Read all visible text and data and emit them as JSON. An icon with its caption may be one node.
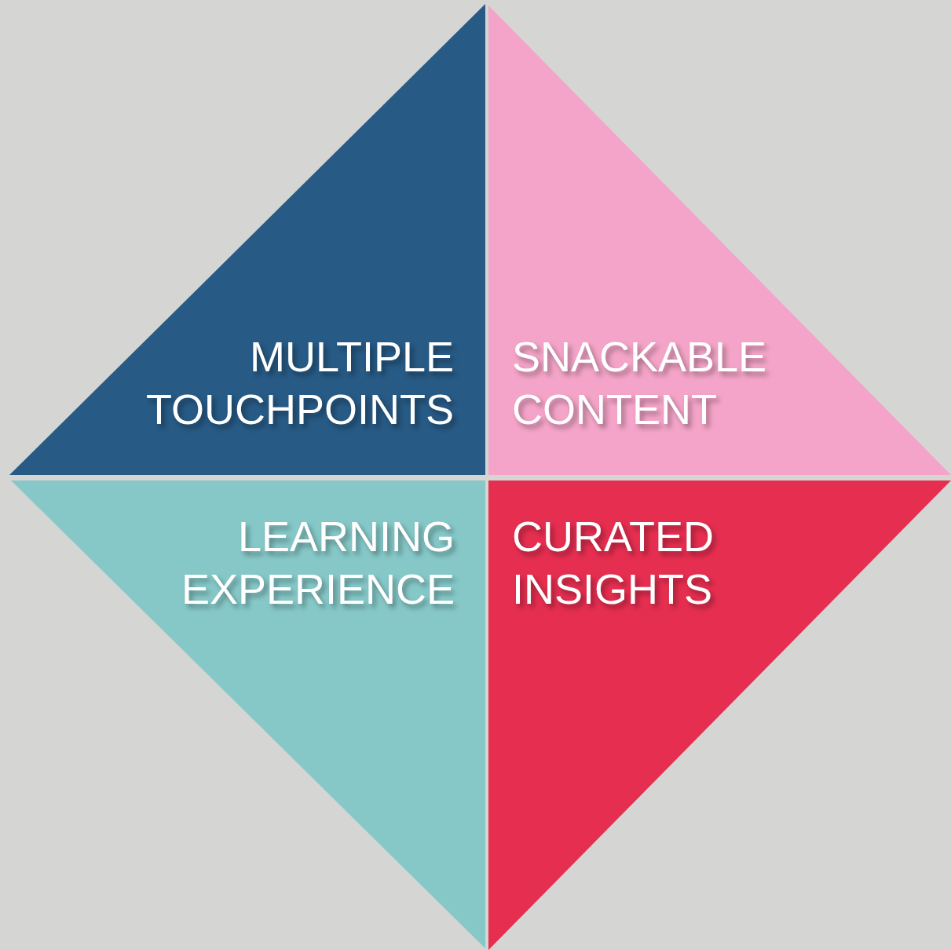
{
  "diagram": {
    "nodes": [
      {
        "text": [
          "MULTIPLE TOUCHPOINTS"
        ]
      },
      {
        "text": [
          "SNACKABLE CONTENT"
        ]
      },
      {
        "text": [
          "LEARNING EXPERIENCE"
        ]
      },
      {
        "text": [
          "CURATED INSIGHTS"
        ]
      }
    ]
  }
}
